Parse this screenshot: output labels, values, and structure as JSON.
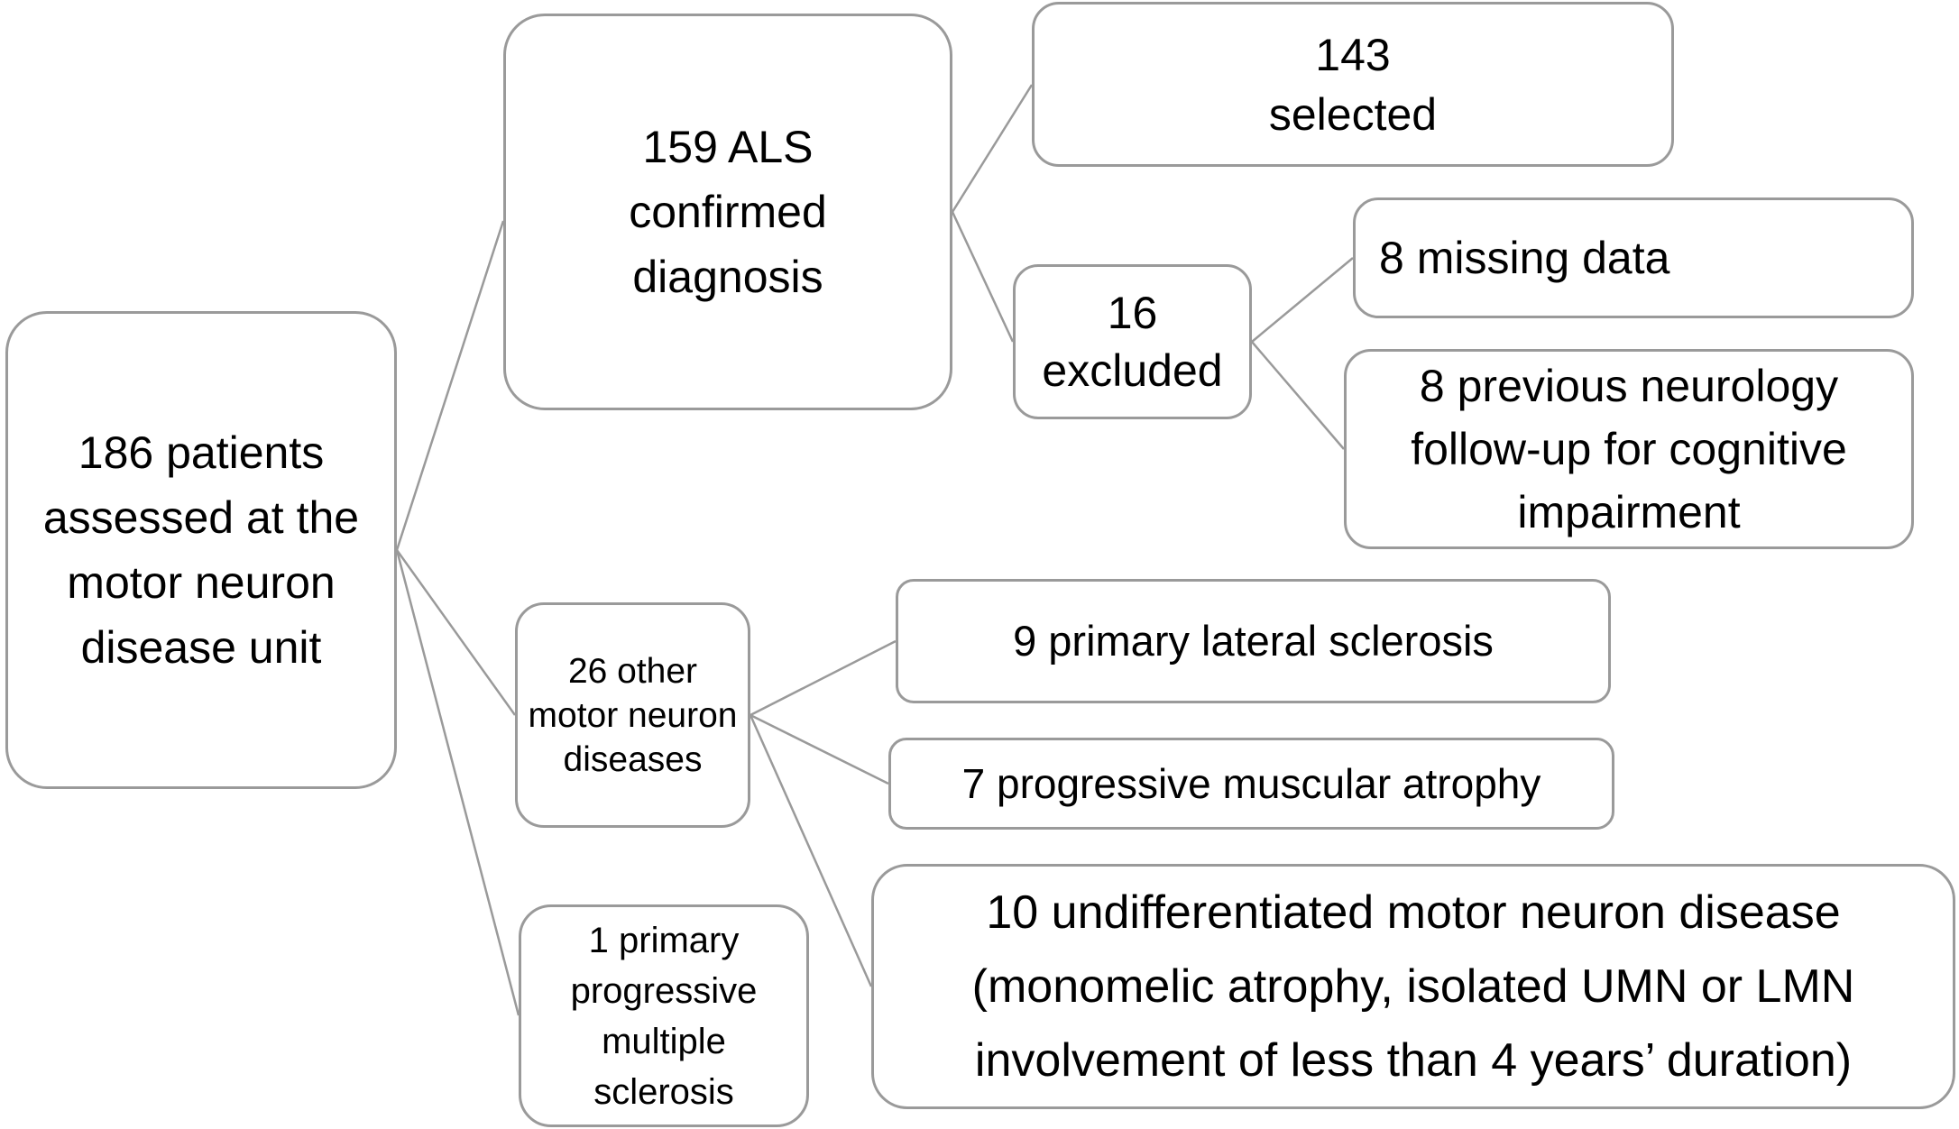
{
  "diagram_type": "flowchart",
  "colors": {
    "background": "#ffffff",
    "box_fill": "#ffffff",
    "box_border": "#9a9a9a",
    "connector": "#9a9a9a",
    "text": "#000000"
  },
  "nodes": {
    "patients": {
      "label": "186 patients assessed at the motor neuron disease unit",
      "lines": [
        "186 patients",
        "assessed at the",
        "motor neuron",
        "disease unit"
      ]
    },
    "als": {
      "label": "159 ALS confirmed diagnosis",
      "lines": [
        "159 ALS",
        "confirmed",
        "diagnosis"
      ]
    },
    "selected": {
      "label": "143 selected",
      "lines": [
        "143",
        "selected"
      ]
    },
    "excluded": {
      "label": "16 excluded",
      "lines": [
        "16",
        "excluded"
      ]
    },
    "missing": {
      "label": "8 missing data",
      "lines": [
        "8 missing data"
      ]
    },
    "neuro_followup": {
      "label": "8 previous neurology follow-up for cognitive impairment",
      "lines": [
        "8 previous neurology",
        "follow-up for cognitive",
        "impairment"
      ]
    },
    "other_mnd": {
      "label": "26 other motor neuron diseases",
      "lines": [
        "26 other",
        "motor neuron",
        "diseases"
      ]
    },
    "pls": {
      "label": "9 primary lateral sclerosis",
      "lines": [
        "9 primary lateral sclerosis"
      ]
    },
    "pma": {
      "label": "7 progressive muscular atrophy",
      "lines": [
        "7 progressive muscular atrophy"
      ]
    },
    "ppms": {
      "label": "1 primary progressive multiple sclerosis",
      "lines": [
        "1 primary",
        "progressive",
        "multiple",
        "sclerosis"
      ]
    },
    "undifferentiated": {
      "label": "10 undifferentiated motor neuron disease (monomelic atrophy, isolated UMN or LMN involvement of less than 4 years’ duration)",
      "lines": [
        "10 undifferentiated motor neuron disease",
        "(monomelic atrophy, isolated UMN or LMN",
        "involvement of less than 4 years’ duration)"
      ]
    }
  },
  "edges": [
    {
      "from": "patients",
      "to": "als"
    },
    {
      "from": "patients",
      "to": "other_mnd"
    },
    {
      "from": "patients",
      "to": "ppms"
    },
    {
      "from": "als",
      "to": "selected"
    },
    {
      "from": "als",
      "to": "excluded"
    },
    {
      "from": "excluded",
      "to": "missing"
    },
    {
      "from": "excluded",
      "to": "neuro_followup"
    },
    {
      "from": "other_mnd",
      "to": "pls"
    },
    {
      "from": "other_mnd",
      "to": "pma"
    },
    {
      "from": "other_mnd",
      "to": "undifferentiated"
    }
  ]
}
